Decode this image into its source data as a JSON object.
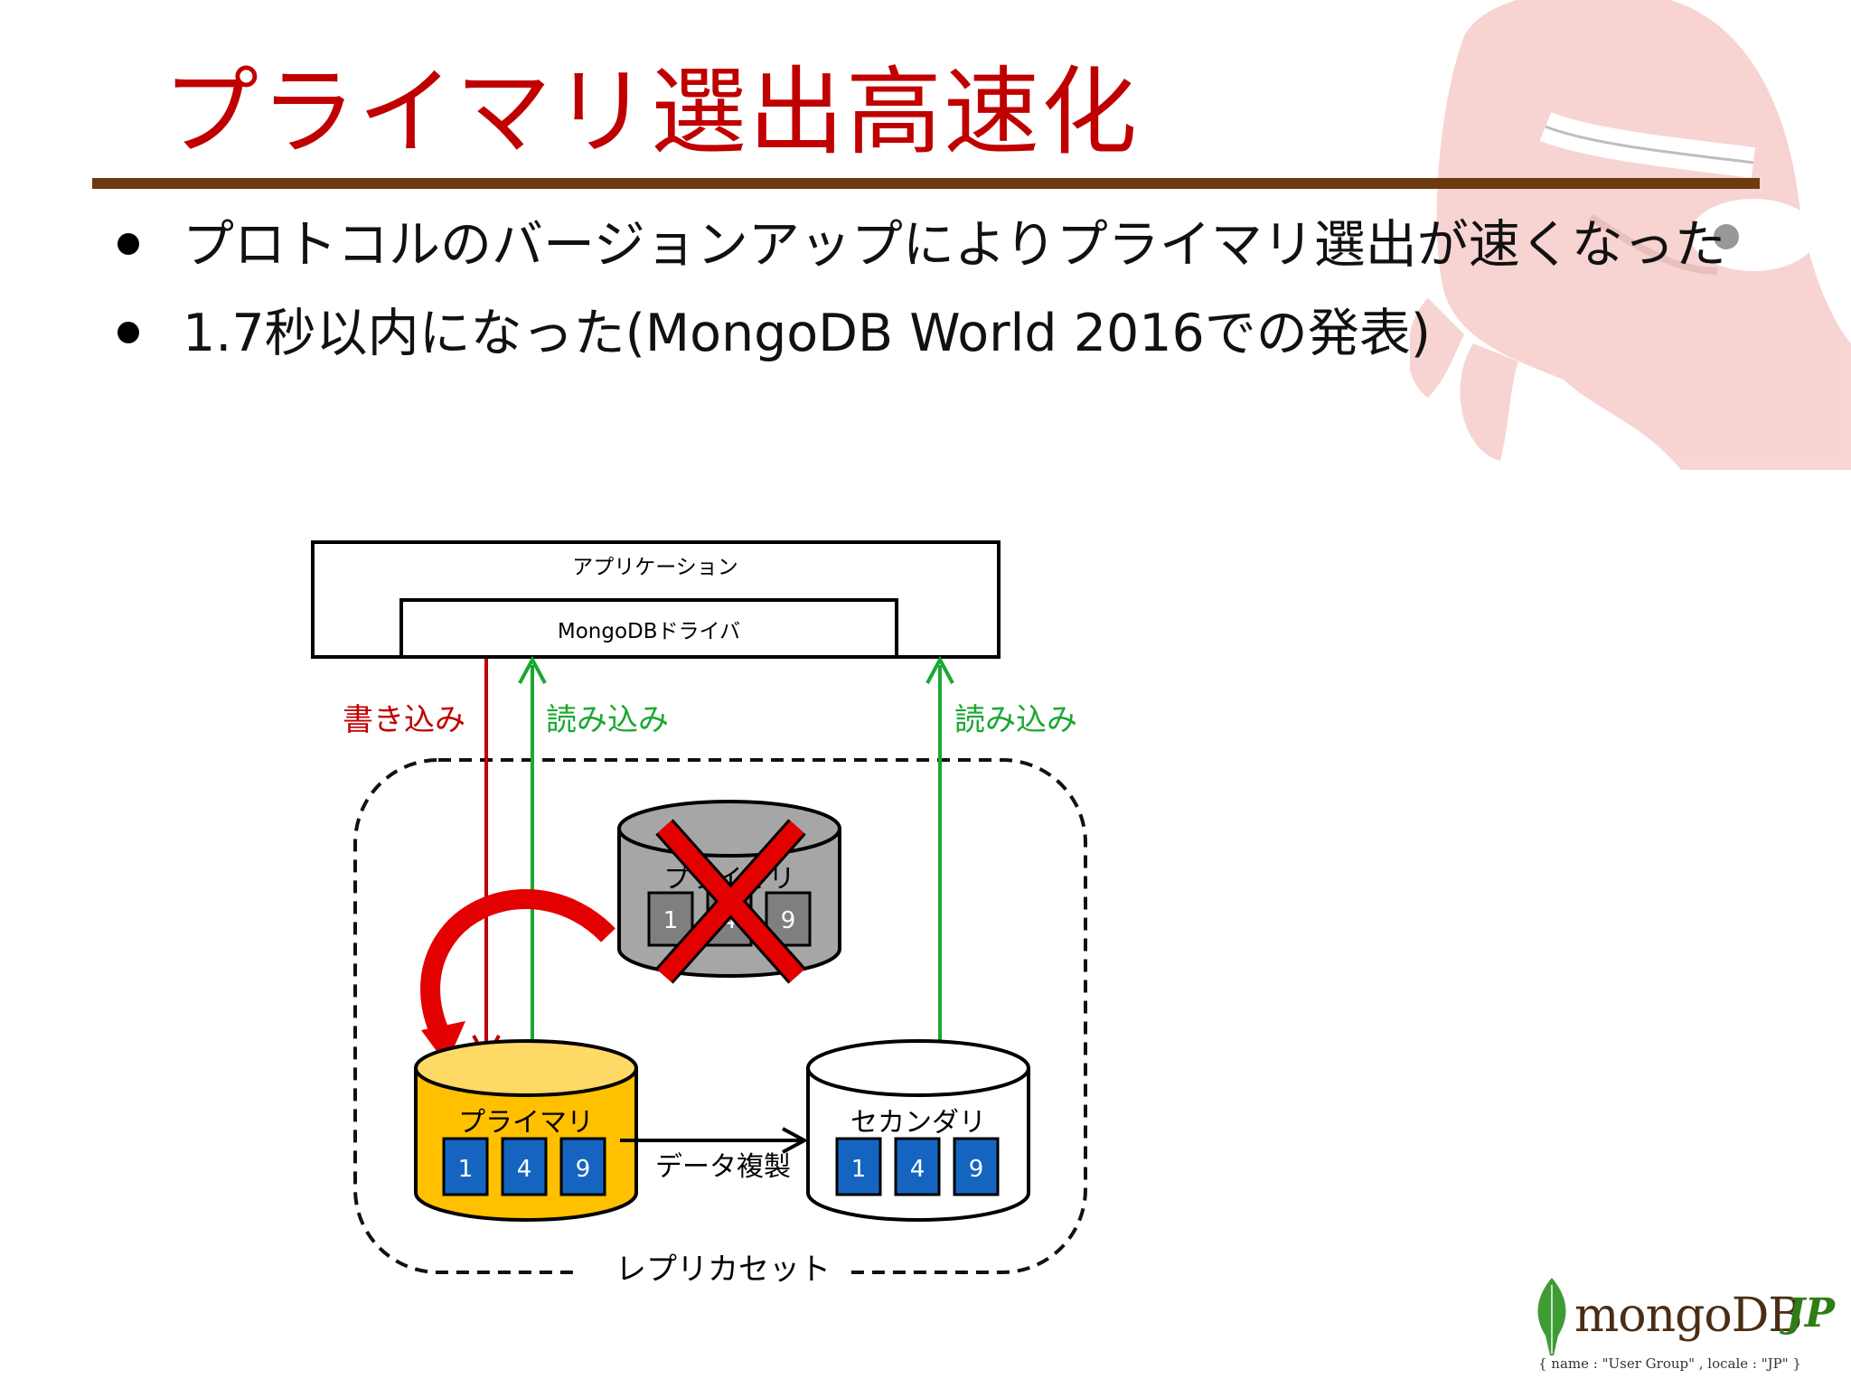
{
  "title": "プライマリ選出高速化",
  "bullets": [
    "プロトコルのバージョンアップによりプライマリ選出が速くなった",
    "1.7秒以内になった(MongoDB World 2016での発表)"
  ],
  "diagram": {
    "app_label": "アプリケーション",
    "driver_label": "MongoDBドライバ",
    "write_label": "書き込み",
    "read_label_left": "読み込み",
    "read_label_right": "読み込み",
    "failed_node_label": "プライマリ",
    "failed_node_cells": [
      "1",
      "4",
      "9"
    ],
    "primary_label": "プライマリ",
    "primary_cells": [
      "1",
      "4",
      "9"
    ],
    "secondary_label": "セカンダリ",
    "secondary_cells": [
      "1",
      "4",
      "9"
    ],
    "replication_label": "データ複製",
    "replica_set_label": "レプリカセット"
  },
  "logo": {
    "name": "mongoDB",
    "suffix": "JP",
    "tagline": "{ name : \"User Group\" , locale : \"JP\" }"
  },
  "colors": {
    "title": "#c00000",
    "rule": "#6e3b10",
    "write": "#c00000",
    "read": "#1aa832",
    "primary_fill": "#ffc000",
    "failed_fill": "#a6a6a6",
    "cell_fill": "#1565c0",
    "x_mark": "#e30000"
  }
}
